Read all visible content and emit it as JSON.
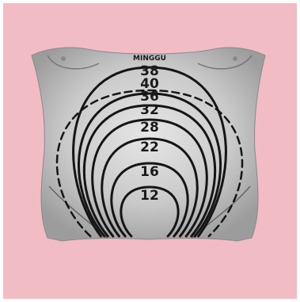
{
  "diagram": {
    "unit_label": "MINGGU",
    "weeks": [
      "38",
      "40",
      "36",
      "32",
      "28",
      "22",
      "16",
      "12"
    ],
    "dashed_week": "40",
    "colors": {
      "background": "#f1bcc4",
      "torso": "#cfcfcf",
      "lines": "#151515"
    }
  }
}
